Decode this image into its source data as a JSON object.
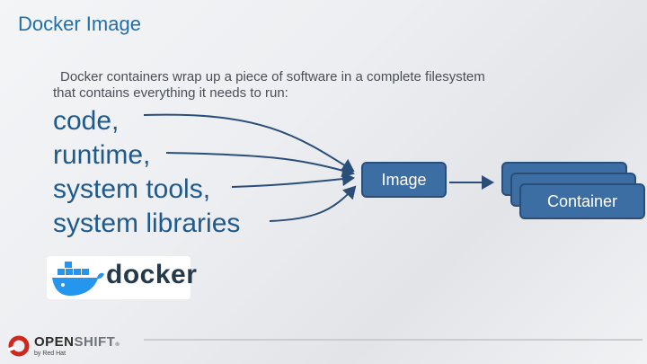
{
  "title": "Docker Image",
  "intro": {
    "line1": "Docker containers wrap up a piece of software in a complete filesystem",
    "line2": "that contains everything it needs to run:"
  },
  "items": [
    "code,",
    "runtime,",
    "system tools,",
    "system libraries"
  ],
  "image_box": "Image",
  "container_box": "Container",
  "docker_logo_text": "docker",
  "openshift_logo": {
    "open": "OPEN",
    "shift": "SHIFT",
    "sub": "by Red Hat",
    "tm": "®"
  },
  "colors": {
    "title": "#1f6fa8",
    "box": "#3d6ea3",
    "items": "#1f5a8c"
  }
}
